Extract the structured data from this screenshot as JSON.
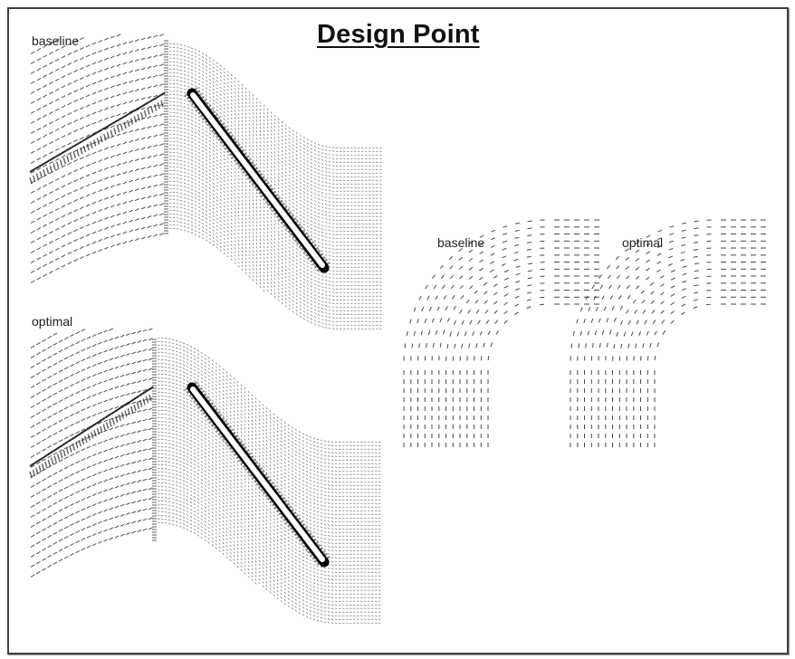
{
  "figure": {
    "title": "Design Point",
    "panels": [
      {
        "id": "cascade-baseline",
        "label": "baseline",
        "kind": "blade cascade velocity vector field"
      },
      {
        "id": "cascade-optimal",
        "label": "optimal",
        "kind": "blade cascade velocity vector field"
      },
      {
        "id": "bend-baseline",
        "label": "baseline",
        "kind": "90-degree bend velocity vector field"
      },
      {
        "id": "bend-optimal",
        "label": "optimal",
        "kind": "90-degree bend velocity vector field"
      }
    ]
  },
  "colors": {
    "vectors": "#1a1a1a",
    "border": "#404040",
    "background": "#ffffff"
  }
}
